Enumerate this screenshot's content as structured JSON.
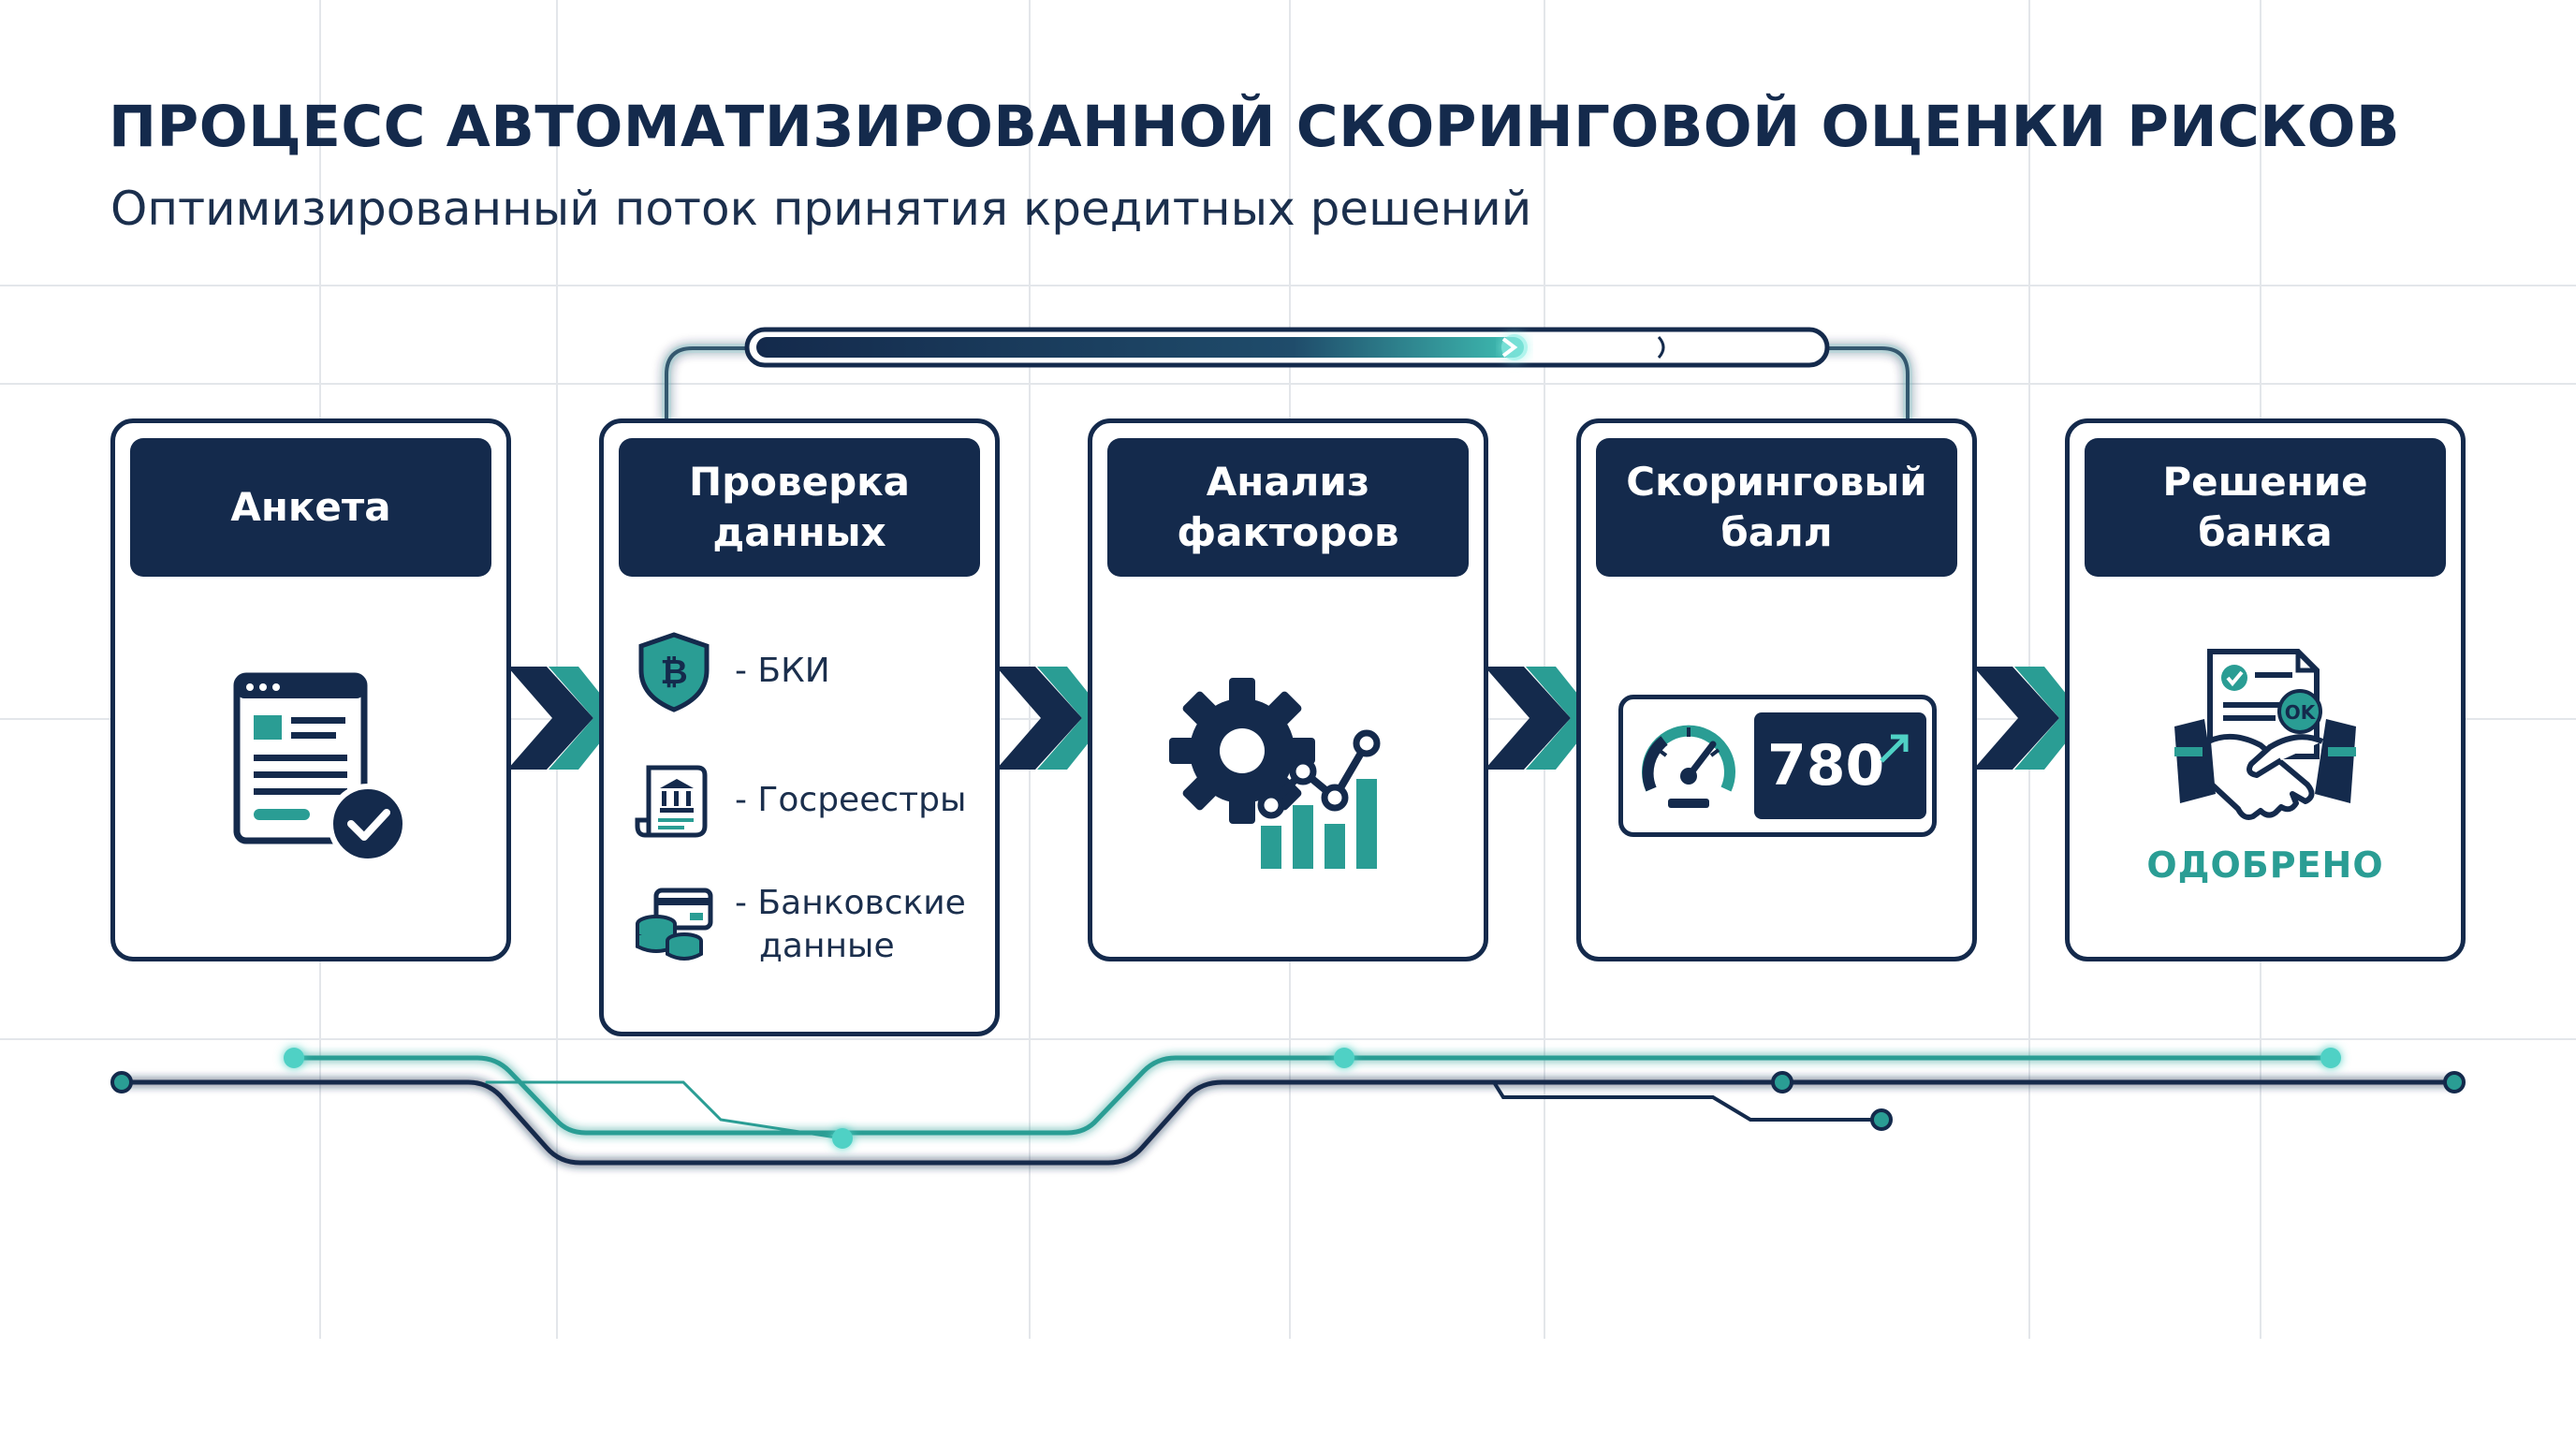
{
  "title": "ПРОЦЕСС АВТОМАТИЗИРОВАННОЙ СКОРИНГОВОЙ ОЦЕНКИ РИСКОВ",
  "subtitle": "Оптимизированный поток принятия кредитных решений",
  "steps": [
    {
      "title": "Анкета",
      "icon": "application-form-icon"
    },
    {
      "title": "Проверка данных",
      "icon": "data-check-icon",
      "sources": [
        {
          "icon": "shield-bitcoin-icon",
          "label": "- БКИ"
        },
        {
          "icon": "registry-scroll-icon",
          "label": "- Госреестры"
        },
        {
          "icon": "bank-card-coins-icon",
          "label_line1": "- Банковские",
          "label_line2": "данные"
        }
      ]
    },
    {
      "title": "Анализ факторов",
      "icon": "gear-chart-icon"
    },
    {
      "title": "Скоринговый балл",
      "icon": "speedometer-icon",
      "score": "780"
    },
    {
      "title": "Решение банка",
      "icon": "handshake-document-icon",
      "badge": "OK",
      "status": "ОДОБРЕНО"
    }
  ],
  "colors": {
    "navy": "#142a4c",
    "teal": "#2a9d94",
    "teal_glow": "#4fd1c5",
    "grid": "#e3e6ea"
  }
}
